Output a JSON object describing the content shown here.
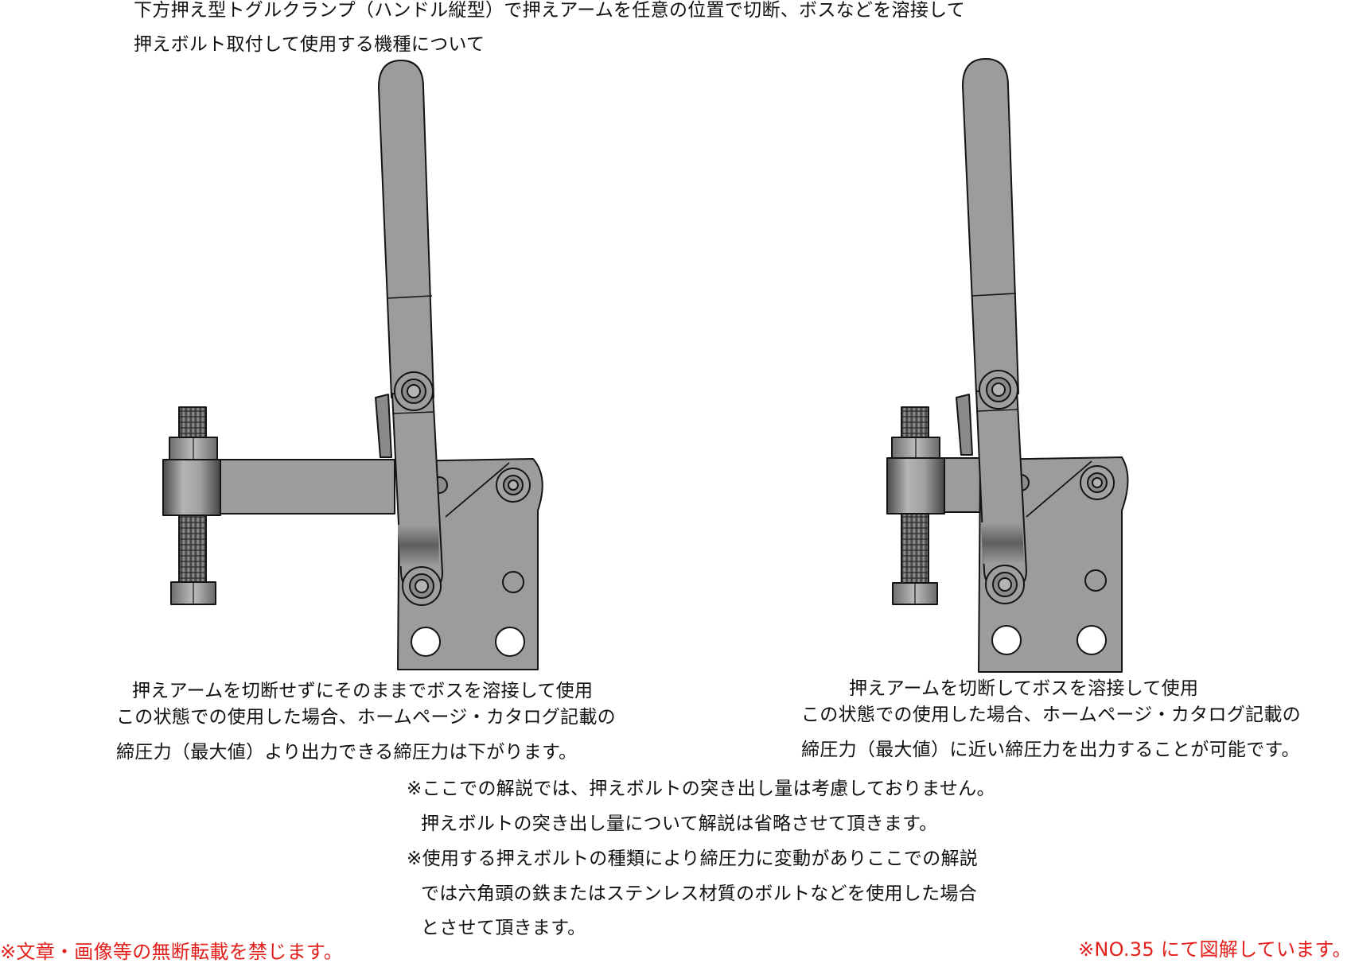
{
  "heading": {
    "line1": "下方押え型トグルクランプ（ハンドル縦型）で押えアームを任意の位置で切断、ボスなどを溶接して",
    "line2": "押えボルト取付して使用する機種について"
  },
  "left_caption": {
    "line1": "押えアームを切断せずにそのままでボスを溶接して使用",
    "line2": "この状態での使用した場合、ホームページ・カタログ記載の",
    "line3": "締圧力（最大値）より出力できる締圧力は下がります。"
  },
  "right_caption": {
    "line1": "押えアームを切断してボスを溶接して使用",
    "line2": "この状態での使用した場合、ホームページ・カタログ記載の",
    "line3": "締圧力（最大値）に近い締圧力を出力することが可能です。"
  },
  "notes": {
    "line1": "※ここでの解説では、押えボルトの突き出し量は考慮しておりません。",
    "line2": "押えボルトの突き出し量について解説は省略させて頂きます。",
    "line3": "※使用する押えボルトの種類により締圧力に変動がありここでの解説",
    "line4": "では六角頭の鉄またはステンレス材質のボルトなどを使用した場合",
    "line5": "とさせて頂きます。"
  },
  "footer": {
    "copyright": "※文章・画像等の無断転載を禁じます。",
    "reference": "※NO.35 にて図解しています。"
  },
  "colors": {
    "metal": "#9c9c9c",
    "metal_dark": "#6a6a6a",
    "outline": "#141414",
    "notice_red": "#e3201b"
  }
}
